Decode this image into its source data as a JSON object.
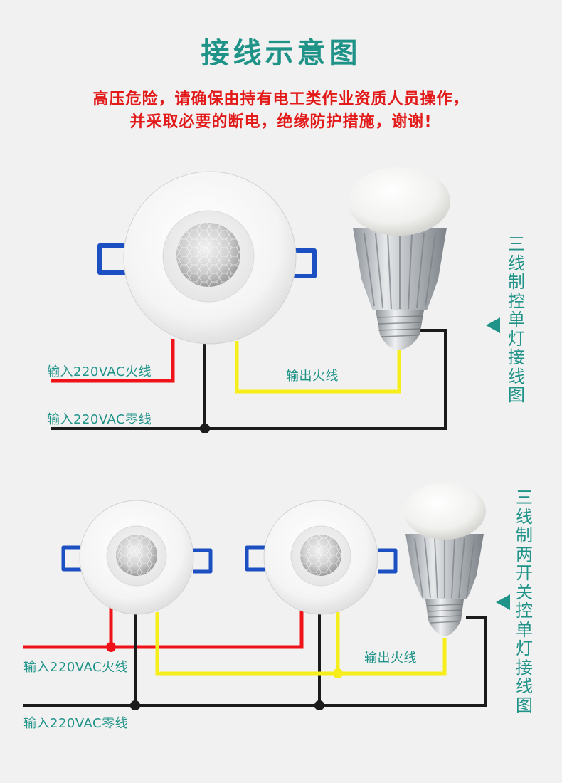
{
  "title": "接线示意图",
  "warning": {
    "line1": "高压危险，请确保由持有电工类作业资质人员操作，",
    "line2": "并采取必要的断电，绝缘防护措施，谢谢!"
  },
  "diagram1": {
    "side_label": "三线制控单灯接线图",
    "label_live_in": "输入220VAC火线",
    "label_neutral_in": "输入220VAC零线",
    "label_live_out": "输出火线"
  },
  "diagram2": {
    "side_label": "三线制两开关控单灯接线图",
    "label_live_in": "输入220VAC火线",
    "label_neutral_in": "输入220VAC零线",
    "label_live_out": "输出火线"
  },
  "colors": {
    "title": "#1f9388",
    "warning": "#e21a1a",
    "live_wire": "#ef1218",
    "neutral_wire": "#1b1b1b",
    "output_wire": "#f6ee1b",
    "clip": "#1c4fc2"
  }
}
